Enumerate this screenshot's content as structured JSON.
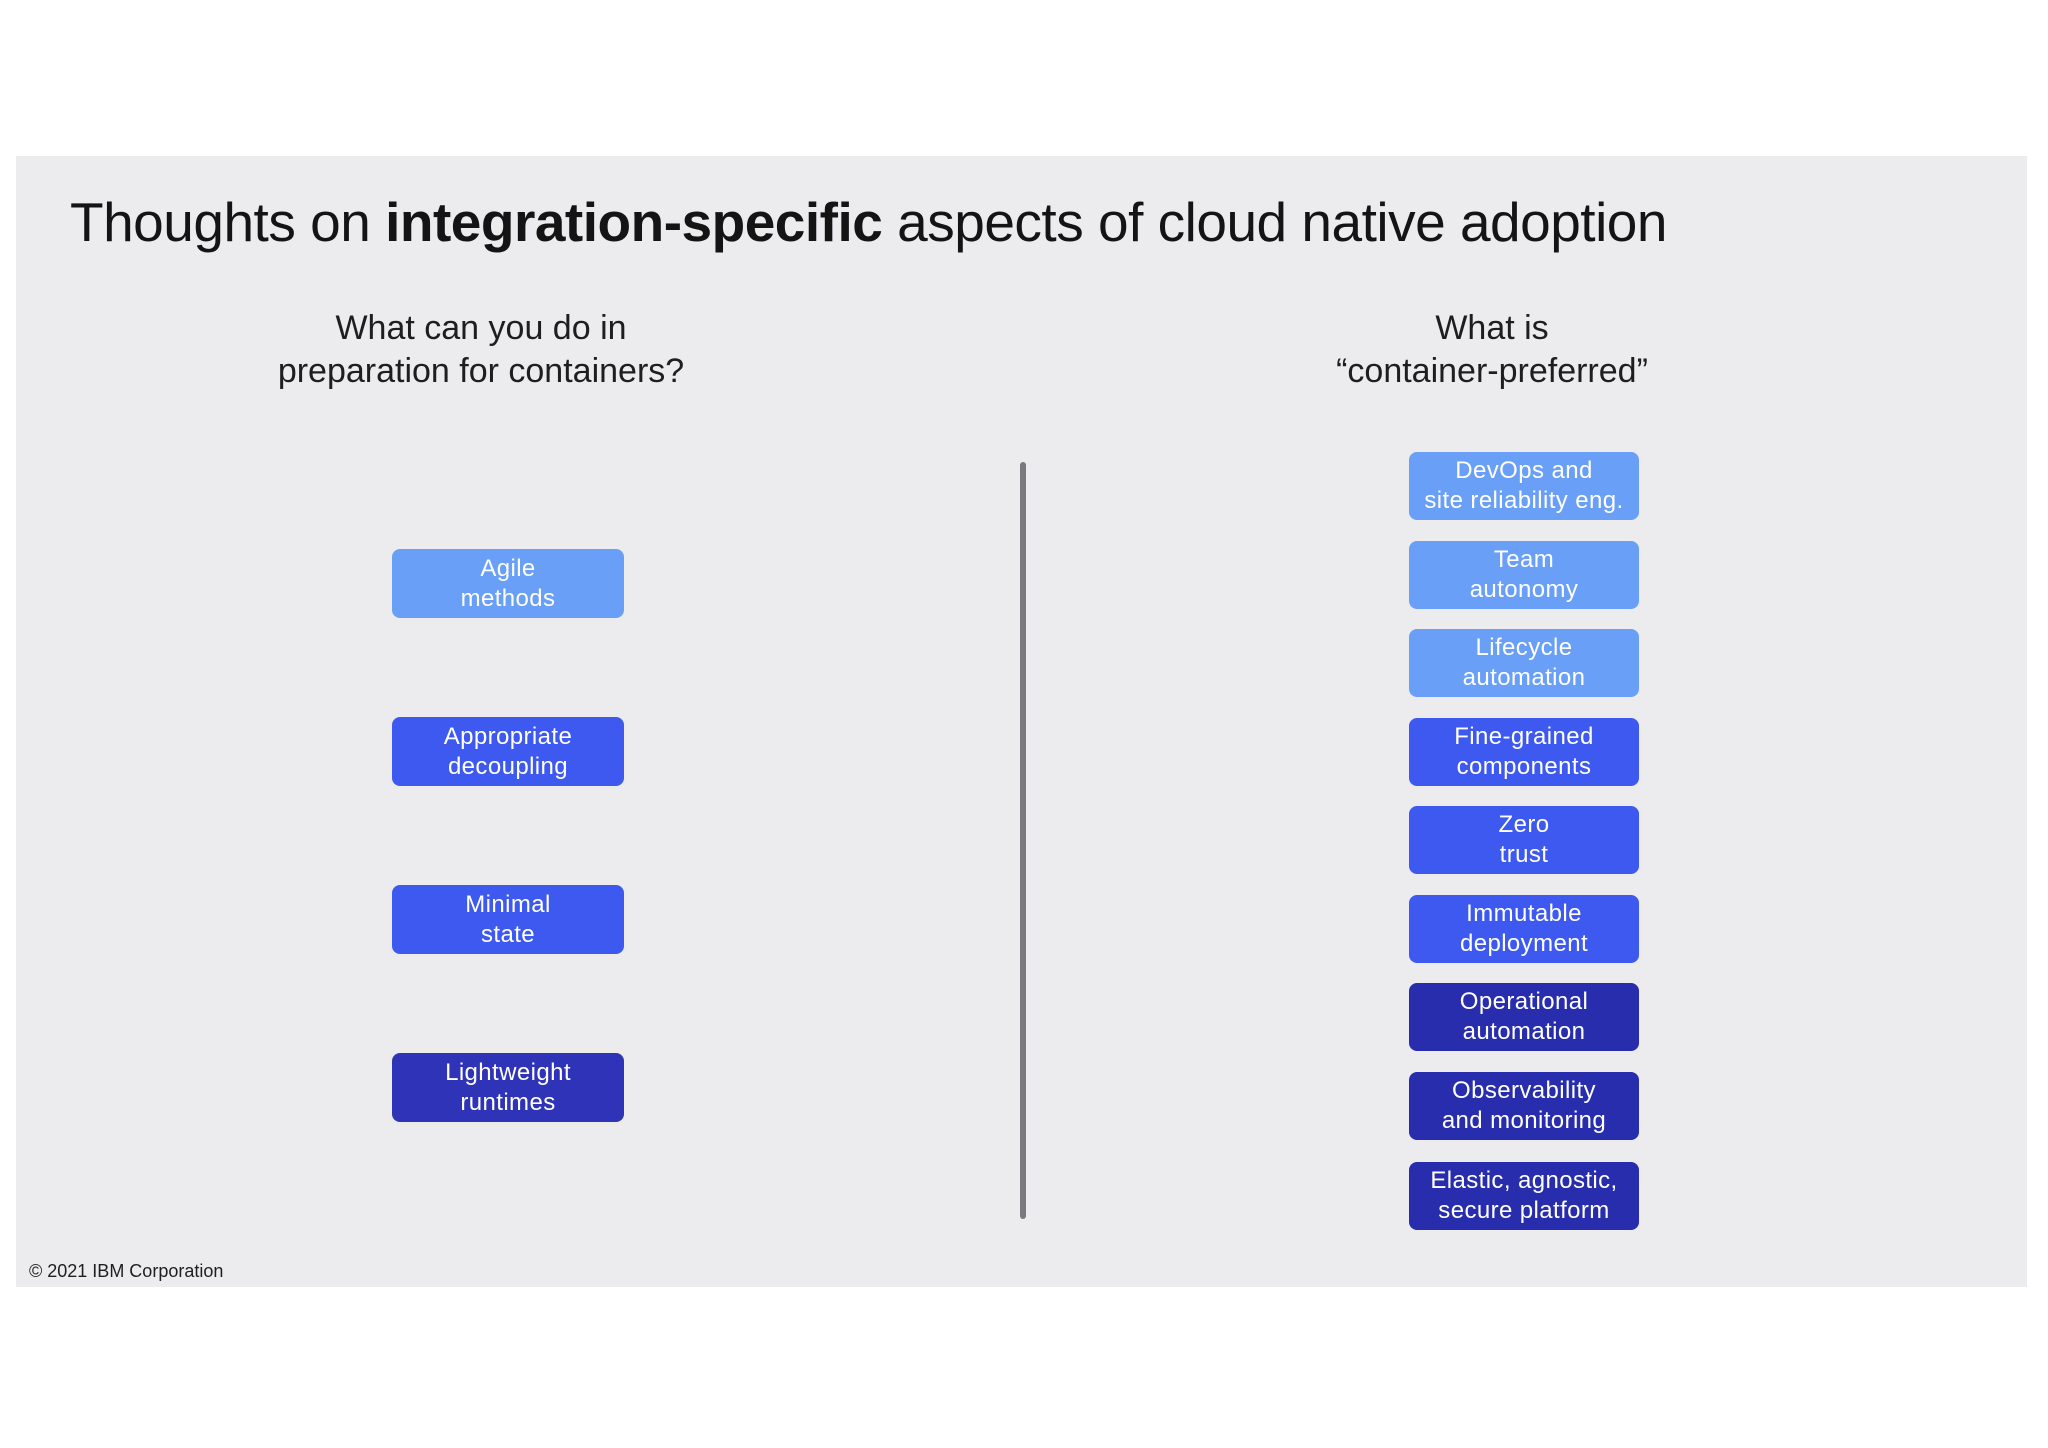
{
  "title": {
    "prefix": "Thoughts on ",
    "emphasis": "integration-specific",
    "suffix": " aspects of cloud native adoption"
  },
  "left_column": {
    "heading_line1": "What can you do in",
    "heading_line2": "preparation for containers?",
    "boxes": [
      {
        "line1": "Agile",
        "line2": "methods",
        "tone": "light"
      },
      {
        "line1": "Appropriate",
        "line2": "decoupling",
        "tone": "mid"
      },
      {
        "line1": "Minimal",
        "line2": "state",
        "tone": "mid"
      },
      {
        "line1": "Lightweight",
        "line2": "runtimes",
        "tone": "dark"
      }
    ]
  },
  "right_column": {
    "heading_line1": "What is",
    "heading_line2": "“container-preferred”",
    "boxes": [
      {
        "line1": "DevOps and",
        "line2": "site reliability eng.",
        "tone": "light"
      },
      {
        "line1": "Team",
        "line2": "autonomy",
        "tone": "light"
      },
      {
        "line1": "Lifecycle",
        "line2": "automation",
        "tone": "light"
      },
      {
        "line1": "Fine-grained",
        "line2": "components",
        "tone": "mid"
      },
      {
        "line1": "Zero",
        "line2": "trust",
        "tone": "mid"
      },
      {
        "line1": "Immutable",
        "line2": "deployment",
        "tone": "mid"
      },
      {
        "line1": "Operational",
        "line2": "automation",
        "tone": "deep"
      },
      {
        "line1": "Observability",
        "line2": "and monitoring",
        "tone": "deep"
      },
      {
        "line1": "Elastic, agnostic,",
        "line2": "secure platform",
        "tone": "deep"
      }
    ]
  },
  "footer": "© 2021 IBM Corporation",
  "colors": {
    "slide_bg": "#ECEBED",
    "light_blue": "#699FF7",
    "mid_blue": "#3D59F0",
    "dark_blue": "#2E33B8",
    "deep_blue": "#272DAD",
    "divider": "#7B7980",
    "title_text": "#141414",
    "heading_text": "#1E1E1E",
    "box_text": "#FFFFFF",
    "footer_text": "#1F1F1F"
  }
}
